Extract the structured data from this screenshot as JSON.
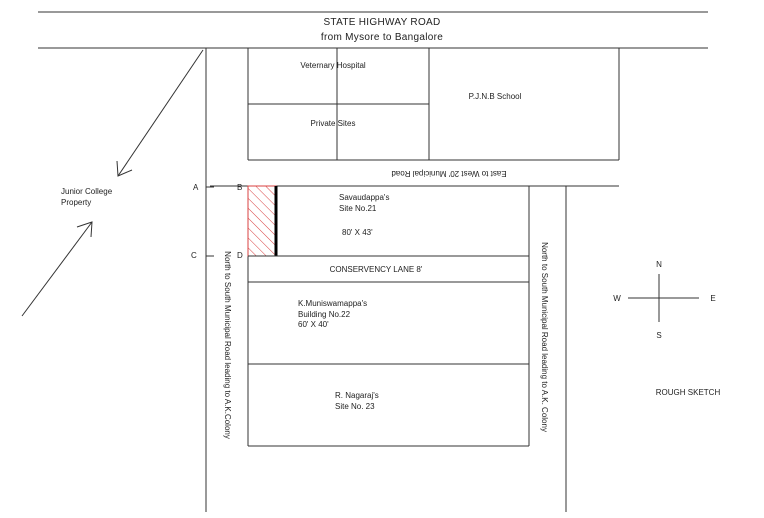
{
  "highway": {
    "line1": "STATE HIGHWAY ROAD",
    "line2": "from Mysore to Bangalore"
  },
  "plots": {
    "veterinary": "Veternary Hospital",
    "school": "P.J.N.B School",
    "private_sites": "Private Sites",
    "site21": {
      "owner": "Savaudappa's",
      "number": "Site No.21",
      "size": "80' X 43'"
    },
    "site22": {
      "owner": "K.Muniswamappa's",
      "number": "Building No.22",
      "size": "60' X 40'"
    },
    "site23": {
      "owner": "R. Nagaraj's",
      "number": "Site No. 23"
    }
  },
  "roads": {
    "east_west": "East to West 20' Municipal Road",
    "conservency": "CONSERVENCY LANE 8'",
    "north_south_left": "North to South Municipal Road leading to A.K.Colony",
    "north_south_right": "North to South Municipal Road leading to A.K. Colony"
  },
  "junior_college": {
    "line1": "Junior College",
    "line2": "Property"
  },
  "markers": {
    "a": "A",
    "b": "B",
    "c": "C",
    "d": "D"
  },
  "compass": {
    "n": "N",
    "s": "S",
    "e": "E",
    "w": "W"
  },
  "caption": "ROUGH SKETCH",
  "colors": {
    "line": "#333333",
    "hatch": "#d94040",
    "wall": "#000000"
  }
}
